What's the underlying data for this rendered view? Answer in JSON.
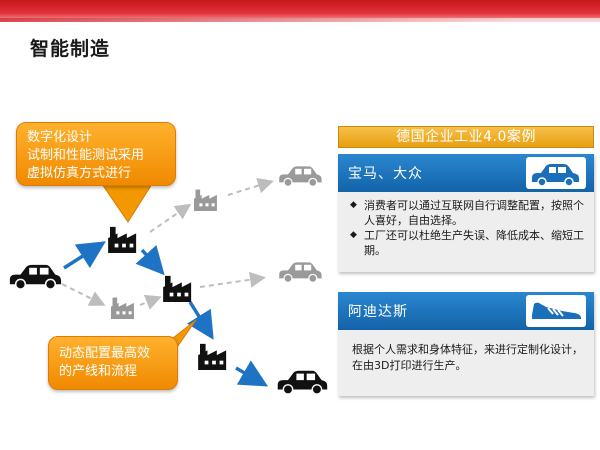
{
  "page": {
    "title": "智能制造"
  },
  "callouts": {
    "design": [
      "数字化设计",
      "试制和性能测试采用",
      "虚拟仿真方式进行"
    ],
    "config": [
      "动态配置最高效",
      "的产线和流程"
    ]
  },
  "cases": {
    "banner": "德国企业工业4.0案例",
    "bmw": {
      "name": "宝马、大众",
      "icon": "car-icon",
      "bullets": [
        "消费者可以通过互联网自行调整配置，按照个人喜好，自由选择。",
        "工厂还可以杜绝生产失误、降低成本、缩短工期。"
      ]
    },
    "adidas": {
      "name": "阿迪达斯",
      "icon": "sneaker-icon",
      "text": "根据个人需求和身体特征，来进行定制化设计，在由3D打印进行生产。"
    }
  },
  "diagram": {
    "nodes": [
      {
        "id": "input-car",
        "icon": "car-icon",
        "color": "#111111"
      },
      {
        "id": "factory-1",
        "icon": "factory-icon",
        "color": "#111111"
      },
      {
        "id": "factory-2",
        "icon": "factory-icon",
        "color": "#111111"
      },
      {
        "id": "factory-3",
        "icon": "factory-icon",
        "color": "#111111"
      },
      {
        "id": "factory-alt-top",
        "icon": "factory-icon",
        "color": "#999999"
      },
      {
        "id": "factory-alt-bottom",
        "icon": "factory-icon",
        "color": "#999999"
      },
      {
        "id": "output-car-top",
        "icon": "car-icon",
        "color": "#9a9a9a"
      },
      {
        "id": "output-car-middle",
        "icon": "car-icon",
        "color": "#9a9a9a"
      },
      {
        "id": "output-car-final",
        "icon": "car-icon",
        "color": "#111111"
      }
    ],
    "colors": {
      "active_path": "#1f73c4",
      "inactive_path": "#bdbdbd",
      "accent": "#f39800",
      "header": "#1a6fba",
      "brand_band": "#c8161d"
    }
  }
}
